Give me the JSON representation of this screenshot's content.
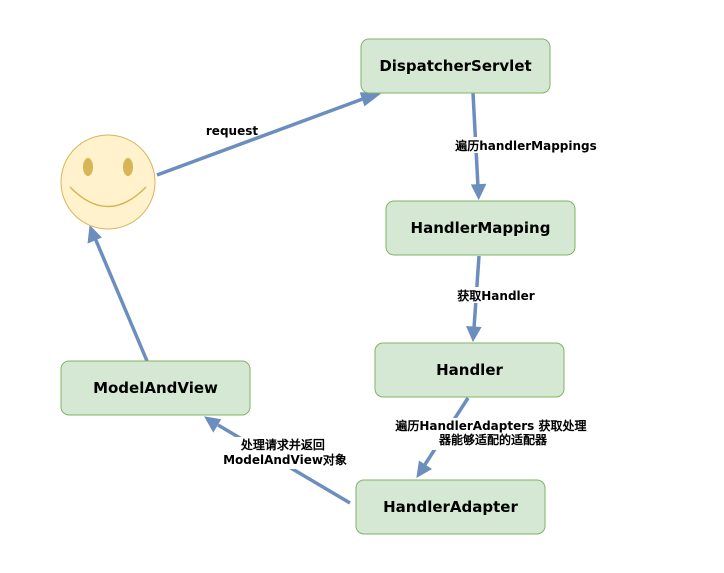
{
  "colors": {
    "node_fill": "#d5e8d4",
    "node_stroke": "#82b366",
    "edge": "#6c8ebf",
    "face_fill": "#fff2cc",
    "face_stroke": "#d6b656"
  },
  "actor": {
    "icon": "smiley-face-icon"
  },
  "nodes": {
    "dispatcher": {
      "label": "DispatcherServlet"
    },
    "mapping": {
      "label": "HandlerMapping"
    },
    "handler": {
      "label": "Handler"
    },
    "adapter": {
      "label": "HandlerAdapter"
    },
    "mav": {
      "label": "ModelAndView"
    }
  },
  "edges": {
    "request": {
      "label": "request"
    },
    "iterate_mappings": {
      "label": "遍历handlerMappings"
    },
    "get_handler": {
      "label": "获取Handler"
    },
    "iterate_adapters": {
      "lines": [
        "遍历HandlerAdapters 获取处理",
        "器能够适配的适配器"
      ]
    },
    "handle_return": {
      "lines": [
        "处理请求并返回",
        "ModelAndView对象"
      ]
    }
  }
}
